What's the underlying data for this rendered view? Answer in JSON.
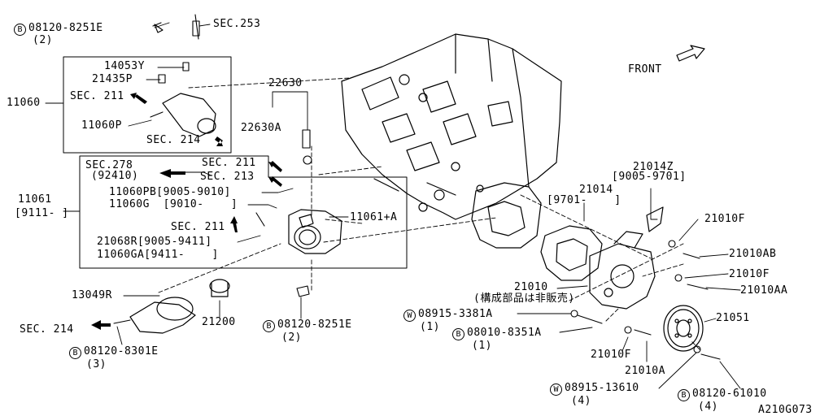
{
  "diagram_id": "A210G073",
  "front_label": "FRONT",
  "badges": {
    "bolt": "B",
    "washer": "W"
  },
  "labels": {
    "l1": "08120-8251E",
    "l1q": "(2)",
    "l2": "SEC.253",
    "l3": "14053Y",
    "l4": "21435P",
    "l5": "11060",
    "l6": "SEC. 211",
    "l7": "11060P",
    "l8": "SEC. 214",
    "l9": "22630",
    "l10": "22630A",
    "l11": "SEC.278",
    "l12": "(92410)",
    "l13": "SEC. 211",
    "l14": "SEC. 213",
    "l15": "11060PB[9005-9010]",
    "l16": "11060G  [9010-    ]",
    "l17": "11061",
    "l18": "[9111- ]",
    "l19": "SEC. 211",
    "l20": "21068R[9005-9411]",
    "l21": "11060GA[9411-    ]",
    "l22": "11061+A",
    "l23": "13049R",
    "l24": "21200",
    "l25": "SEC. 214",
    "l26": "08120-8301E",
    "l26q": "(3)",
    "l27": "08120-8251E",
    "l27q": "(2)",
    "l28": "21014Z",
    "l29": "[9005-9701]",
    "l30": "21014",
    "l31": "[9701-    ]",
    "l32": "21010F",
    "l33": "21010AB",
    "l34": "21010F",
    "l35": "21010AA",
    "l36": "21010",
    "l37": "(構成部品は非販売)",
    "l38": "08915-3381A",
    "l38q": "(1)",
    "l39": "08010-8351A",
    "l39q": "(1)",
    "l40": "21051",
    "l41": "21010F",
    "l42": "21010A",
    "l43": "08915-13610",
    "l43q": "(4)",
    "l44": "08120-61010",
    "l44q": "(4)"
  }
}
